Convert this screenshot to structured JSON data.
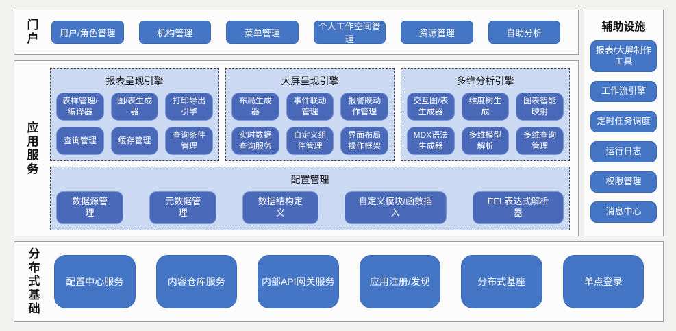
{
  "colors": {
    "page_background": "#f1f1ef",
    "section_background": "#fcfcfc",
    "section_border": "#9f9f9f",
    "button_blue": "#4576c5",
    "engine_button_blue": "#4a69b8",
    "panel_light_blue": "#cbdaf2",
    "panel_dashed_border": "#454545",
    "button_text": "#ffffff"
  },
  "portal": {
    "label": "门户",
    "items": [
      {
        "label": "用户/角色管理"
      },
      {
        "label": "机构管理"
      },
      {
        "label": "菜单管理"
      },
      {
        "label": "个人工作空间管理"
      },
      {
        "label": "资源管理"
      },
      {
        "label": "自助分析"
      }
    ]
  },
  "auxiliary": {
    "title": "辅助设施",
    "items": [
      {
        "label": "报表/大屏制作工具"
      },
      {
        "label": "工作流引擎"
      },
      {
        "label": "定时任务调度"
      },
      {
        "label": "运行日志"
      },
      {
        "label": "权限管理"
      },
      {
        "label": "消息中心"
      }
    ]
  },
  "app_services": {
    "label": "应用服务",
    "engines": [
      {
        "title": "报表呈现引擎",
        "items": [
          {
            "label": "表样管理/编译器"
          },
          {
            "label": "图/表生成器"
          },
          {
            "label": "打印导出引擎"
          },
          {
            "label": "查询管理"
          },
          {
            "label": "缓存管理"
          },
          {
            "label": "查询条件管理"
          }
        ]
      },
      {
        "title": "大屏呈现引擎",
        "items": [
          {
            "label": "布局生成器"
          },
          {
            "label": "事件联动管理"
          },
          {
            "label": "报警既动作管理"
          },
          {
            "label": "实时数据查询服务"
          },
          {
            "label": "自定义组件管理"
          },
          {
            "label": "界面布局操作框架"
          }
        ]
      },
      {
        "title": "多维分析引擎",
        "items": [
          {
            "label": "交互图/表生成器"
          },
          {
            "label": "维度树生成"
          },
          {
            "label": "图表智能映射"
          },
          {
            "label": "MDX语法生成器"
          },
          {
            "label": "多维模型解析"
          },
          {
            "label": "多维查询管理"
          }
        ]
      }
    ],
    "config": {
      "title": "配置管理",
      "items": [
        {
          "label": "数据源管理"
        },
        {
          "label": "元数据管理"
        },
        {
          "label": "数据结构定义"
        },
        {
          "label": "自定义模块/函数插入"
        },
        {
          "label": "EEL表达式解析器"
        }
      ]
    }
  },
  "foundation": {
    "label": "分布式基础",
    "items": [
      {
        "label": "配置中心服务"
      },
      {
        "label": "内容仓库服务"
      },
      {
        "label": "内部API网关服务"
      },
      {
        "label": "应用注册/发现"
      },
      {
        "label": "分布式基座"
      },
      {
        "label": "单点登录"
      }
    ]
  }
}
